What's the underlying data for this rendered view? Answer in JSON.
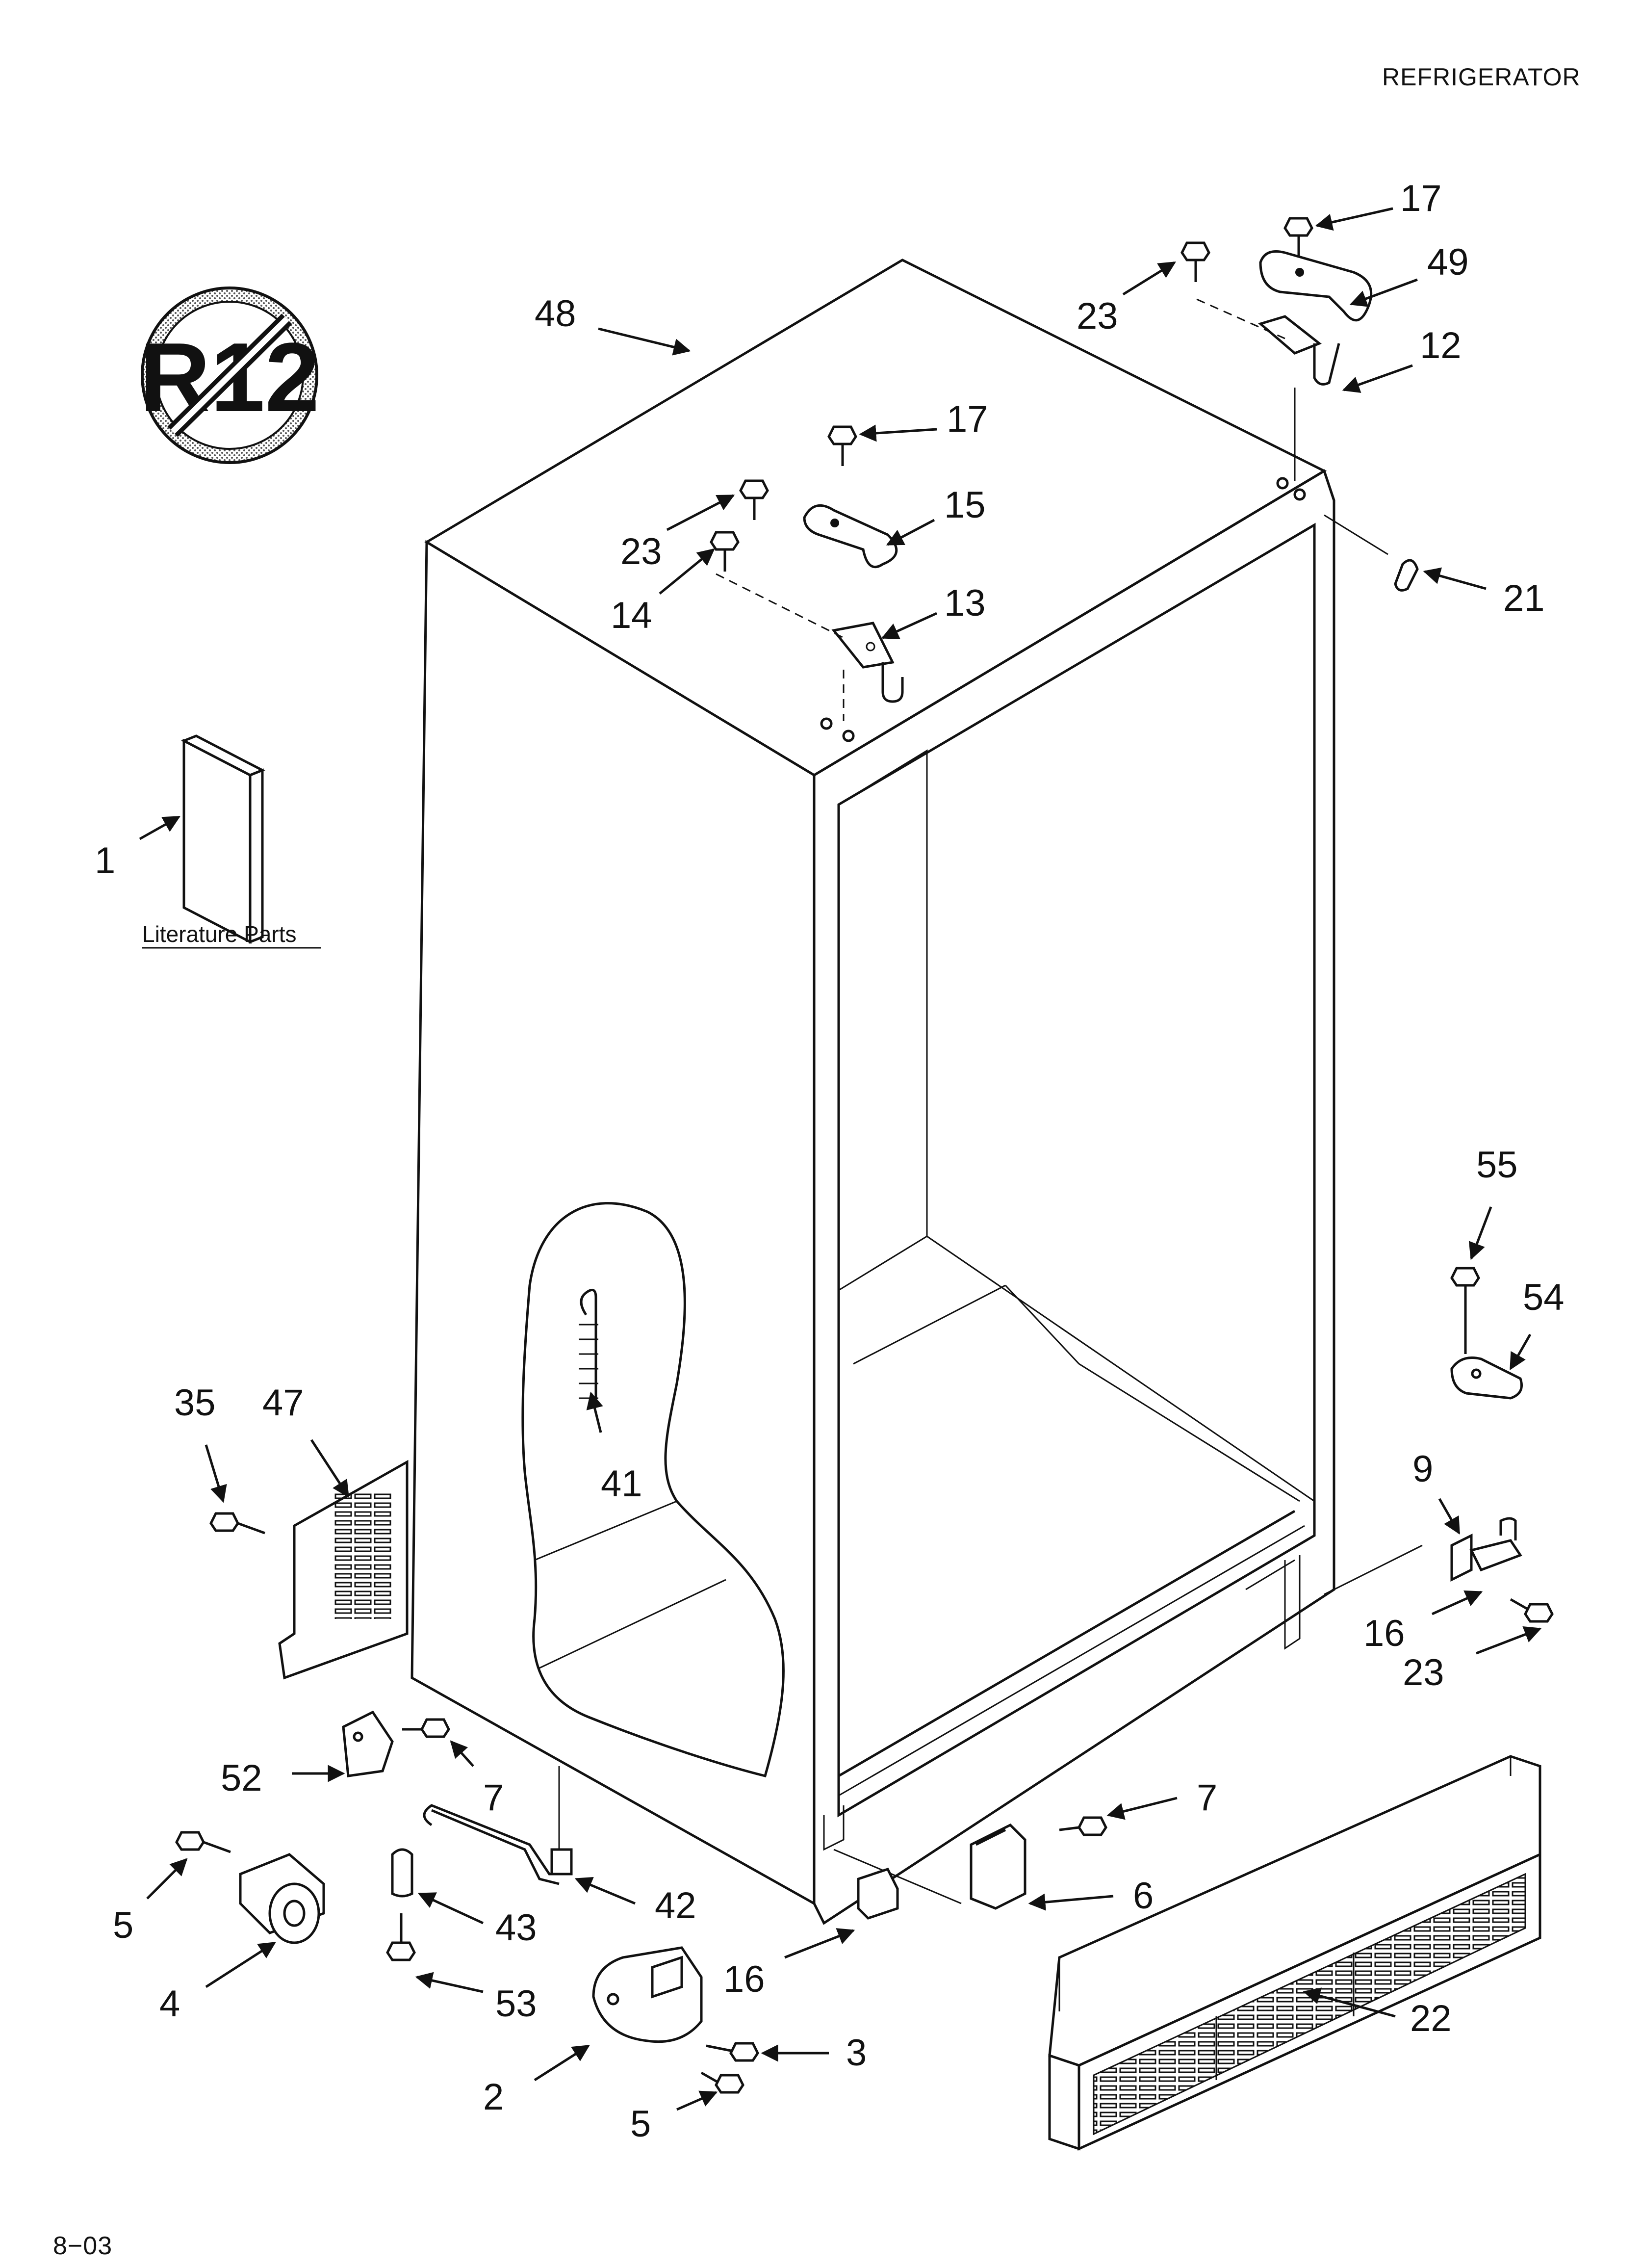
{
  "header": {
    "title": "REFRIGERATOR"
  },
  "footer": {
    "code": "8−03"
  },
  "badge": {
    "text": "R12",
    "meaning": "no-r12-refrigerant-badge"
  },
  "literature": {
    "label": "Literature Parts"
  },
  "callouts": [
    {
      "id": "c1",
      "label": "1"
    },
    {
      "id": "c2",
      "label": "2"
    },
    {
      "id": "c3",
      "label": "3"
    },
    {
      "id": "c4",
      "label": "4"
    },
    {
      "id": "c5a",
      "label": "5"
    },
    {
      "id": "c5b",
      "label": "5"
    },
    {
      "id": "c6",
      "label": "6"
    },
    {
      "id": "c7a",
      "label": "7"
    },
    {
      "id": "c7b",
      "label": "7"
    },
    {
      "id": "c9",
      "label": "9"
    },
    {
      "id": "c12",
      "label": "12"
    },
    {
      "id": "c13",
      "label": "13"
    },
    {
      "id": "c14",
      "label": "14"
    },
    {
      "id": "c15",
      "label": "15"
    },
    {
      "id": "c16a",
      "label": "16"
    },
    {
      "id": "c16b",
      "label": "16"
    },
    {
      "id": "c17a",
      "label": "17"
    },
    {
      "id": "c17b",
      "label": "17"
    },
    {
      "id": "c21",
      "label": "21"
    },
    {
      "id": "c22",
      "label": "22"
    },
    {
      "id": "c23a",
      "label": "23"
    },
    {
      "id": "c23b",
      "label": "23"
    },
    {
      "id": "c23c",
      "label": "23"
    },
    {
      "id": "c35",
      "label": "35"
    },
    {
      "id": "c41",
      "label": "41"
    },
    {
      "id": "c42",
      "label": "42"
    },
    {
      "id": "c43",
      "label": "43"
    },
    {
      "id": "c47",
      "label": "47"
    },
    {
      "id": "c48",
      "label": "48"
    },
    {
      "id": "c49",
      "label": "49"
    },
    {
      "id": "c52",
      "label": "52"
    },
    {
      "id": "c53",
      "label": "53"
    },
    {
      "id": "c54",
      "label": "54"
    },
    {
      "id": "c55",
      "label": "55"
    }
  ]
}
